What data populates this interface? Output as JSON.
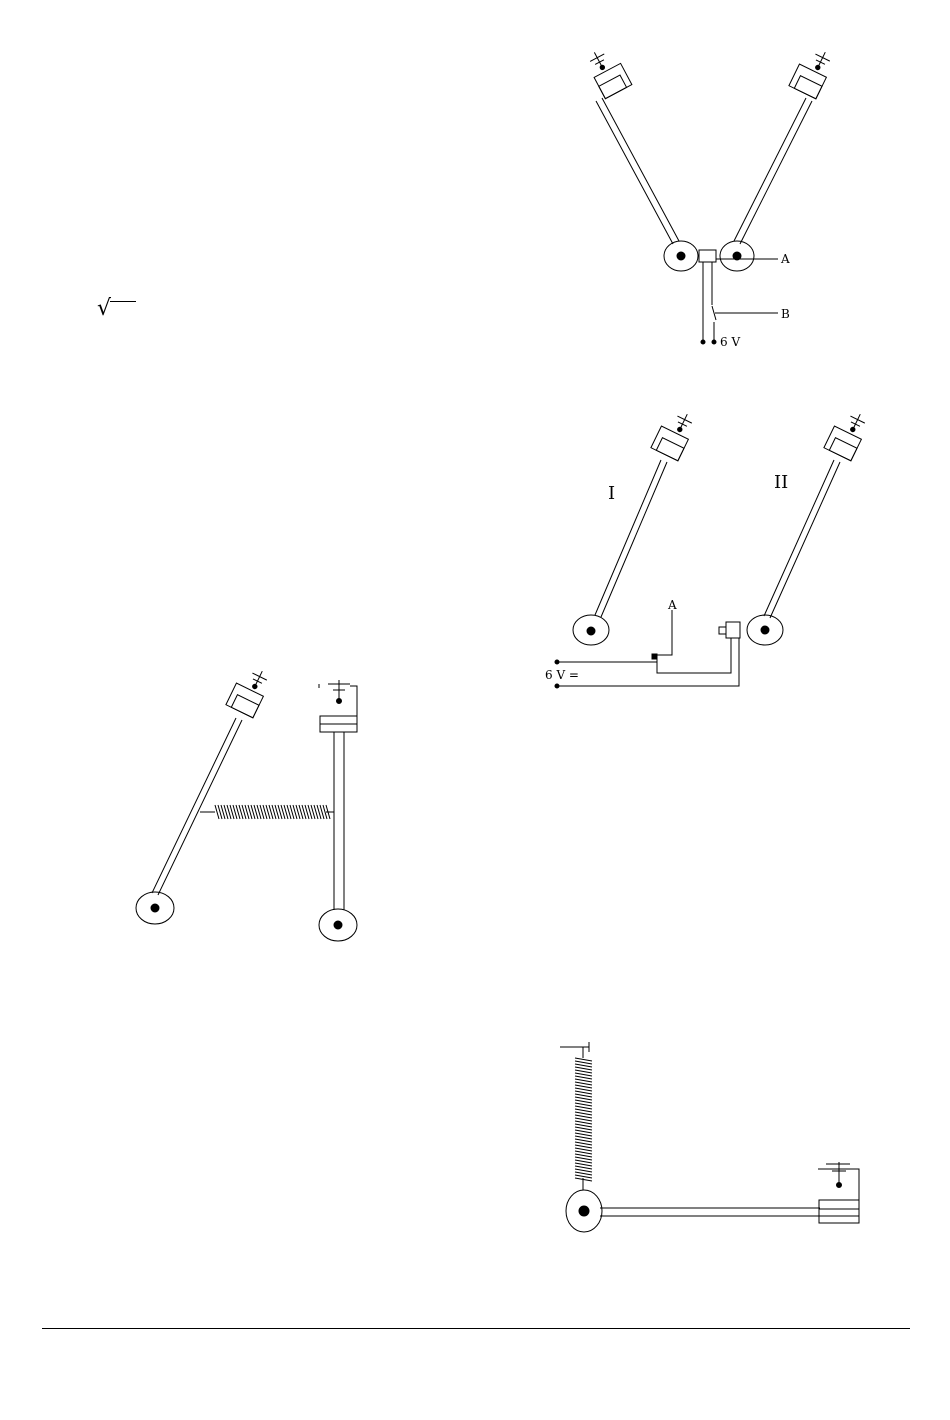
{
  "fig1": {
    "label_a": "A",
    "label_b": "B",
    "voltage": "6 V"
  },
  "fig2": {
    "label_i": "I",
    "label_ii": "II",
    "label_a": "A",
    "voltage": "6 V ="
  },
  "fig3": {},
  "fig4": {},
  "margin_note": {
    "symbol": "√"
  }
}
